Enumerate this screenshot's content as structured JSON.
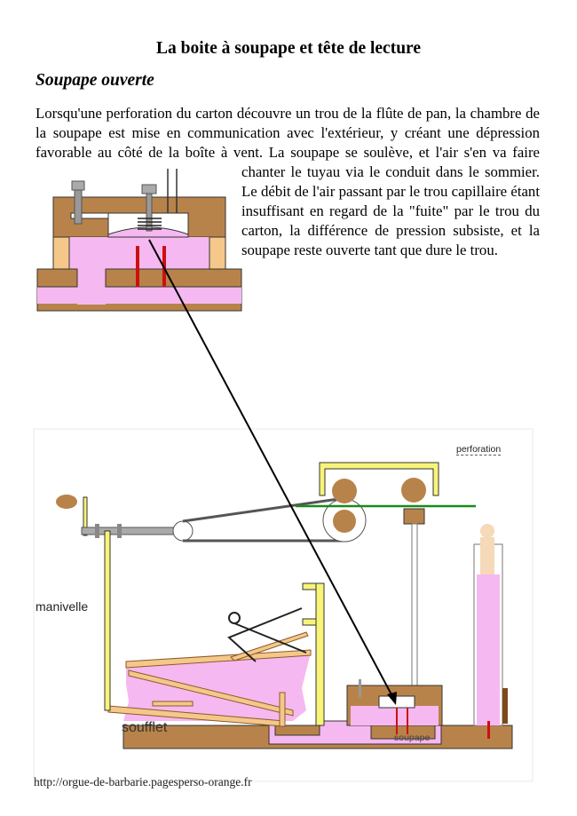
{
  "title": "La boite à soupape et tête de lecture",
  "subtitle": "Soupape ouverte",
  "paragraph": "Lorsqu'une perforation du carton découvre un trou de la flûte de pan, la chambre de la soupape est mise en communication avec l'extérieur, y créant une dépression favorable au côté de la boîte à vent. La soupape se soulève, et l'air s'en va faire chanter le tuyau via le conduit dans le sommier. Le débit de l'air passant par le trou capillaire étant insuffisant en regard de la \"fuite\" par le trou du carton, la différence de pression subsiste, et la soupape reste ouverte tant que dure le trou.",
  "diagram_labels": {
    "perforation": "perforation",
    "manivelle": "manivelle",
    "soufflet": "soufflet",
    "soupape": "soupape"
  },
  "footer": "http://orgue-de-barbarie.pagesperso-orange.fr",
  "colors": {
    "wood": "#b8834a",
    "pink": "#f6b8f0",
    "yellow": "#f8f47a",
    "green": "#1a8a1a",
    "red": "#cc1010",
    "pad": "#f5c88a"
  }
}
